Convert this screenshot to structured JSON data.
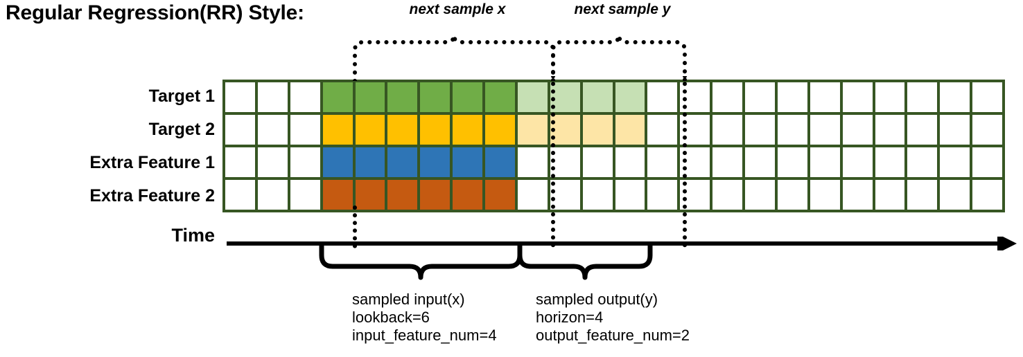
{
  "title": "Regular Regression(RR) Style:",
  "rows": [
    {
      "label": "Target 1",
      "key": "target-1"
    },
    {
      "label": "Target 2",
      "key": "target-2"
    },
    {
      "label": "Extra Feature 1",
      "key": "extra-feature-1"
    },
    {
      "label": "Extra Feature 2",
      "key": "extra-feature-2"
    }
  ],
  "time_axis_label": "Time",
  "annotations": {
    "top_left_brace_label": "next sample x",
    "top_right_brace_label": "next sample y",
    "bottom_left": {
      "line1": "sampled input(x)",
      "line2": "lookback=6",
      "line3": "input_feature_num=4"
    },
    "bottom_right": {
      "line1": "sampled output(y)",
      "line2": "horizon=4",
      "line3": "output_feature_num=2"
    }
  },
  "colors": {
    "grid_border": "#375623",
    "empty_cell": "#ffffff",
    "target1_input": "#70ad47",
    "target1_output": "#c6e0b4",
    "target2_input": "#ffc000",
    "target2_output": "#fde5a6",
    "extra1_input": "#2e75b6",
    "extra2_input": "#c55a11",
    "annotation": "#000000"
  },
  "chart_data": {
    "type": "heatmap",
    "title": "Regular Regression(RR) Style:",
    "xlabel": "Time",
    "ylabel": "",
    "num_columns": 24,
    "lookback": 6,
    "horizon": 4,
    "input_feature_num": 4,
    "output_feature_num": 2,
    "input_start_column": 3,
    "input_end_column": 9,
    "output_start_column": 9,
    "output_end_column": 13,
    "categories": [
      "Target 1",
      "Target 2",
      "Extra Feature 1",
      "Extra Feature 2"
    ],
    "series": [
      {
        "name": "Target 1",
        "fills": [
          "#ffffff",
          "#ffffff",
          "#ffffff",
          "#70ad47",
          "#70ad47",
          "#70ad47",
          "#70ad47",
          "#70ad47",
          "#70ad47",
          "#c6e0b4",
          "#c6e0b4",
          "#c6e0b4",
          "#c6e0b4",
          "#ffffff",
          "#ffffff",
          "#ffffff",
          "#ffffff",
          "#ffffff",
          "#ffffff",
          "#ffffff",
          "#ffffff",
          "#ffffff",
          "#ffffff",
          "#ffffff"
        ]
      },
      {
        "name": "Target 2",
        "fills": [
          "#ffffff",
          "#ffffff",
          "#ffffff",
          "#ffc000",
          "#ffc000",
          "#ffc000",
          "#ffc000",
          "#ffc000",
          "#ffc000",
          "#fde5a6",
          "#fde5a6",
          "#fde5a6",
          "#fde5a6",
          "#ffffff",
          "#ffffff",
          "#ffffff",
          "#ffffff",
          "#ffffff",
          "#ffffff",
          "#ffffff",
          "#ffffff",
          "#ffffff",
          "#ffffff",
          "#ffffff"
        ]
      },
      {
        "name": "Extra Feature 1",
        "fills": [
          "#ffffff",
          "#ffffff",
          "#ffffff",
          "#2e75b6",
          "#2e75b6",
          "#2e75b6",
          "#2e75b6",
          "#2e75b6",
          "#2e75b6",
          "#ffffff",
          "#ffffff",
          "#ffffff",
          "#ffffff",
          "#ffffff",
          "#ffffff",
          "#ffffff",
          "#ffffff",
          "#ffffff",
          "#ffffff",
          "#ffffff",
          "#ffffff",
          "#ffffff",
          "#ffffff",
          "#ffffff"
        ]
      },
      {
        "name": "Extra Feature 2",
        "fills": [
          "#ffffff",
          "#ffffff",
          "#ffffff",
          "#c55a11",
          "#c55a11",
          "#c55a11",
          "#c55a11",
          "#c55a11",
          "#c55a11",
          "#ffffff",
          "#ffffff",
          "#ffffff",
          "#ffffff",
          "#ffffff",
          "#ffffff",
          "#ffffff",
          "#ffffff",
          "#ffffff",
          "#ffffff",
          "#ffffff",
          "#ffffff",
          "#ffffff",
          "#ffffff",
          "#ffffff"
        ]
      }
    ],
    "annotations": [
      "next sample x",
      "next sample y",
      "sampled input(x)",
      "lookback=6",
      "input_feature_num=4",
      "sampled output(y)",
      "horizon=4",
      "output_feature_num=2"
    ]
  }
}
